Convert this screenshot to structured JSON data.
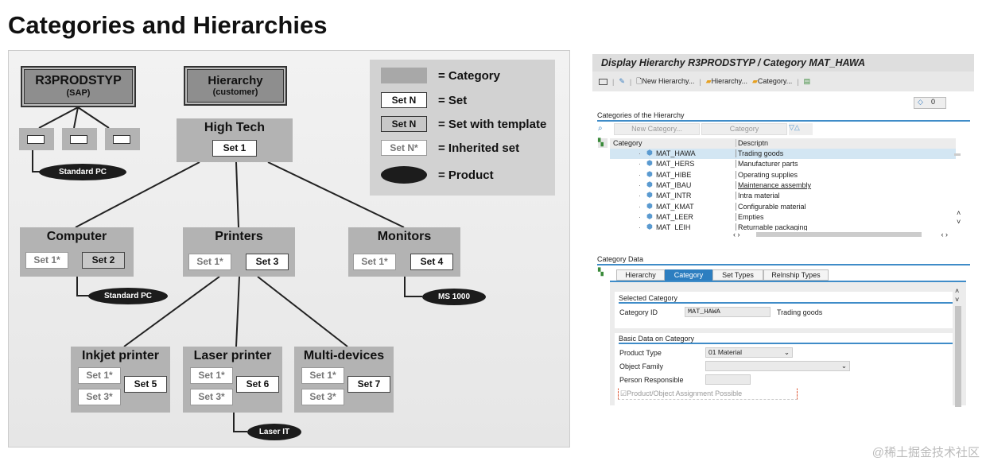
{
  "title": "Categories and Hierarchies",
  "diagram": {
    "sap_root": {
      "title": "R3PRODSTYP",
      "sub": "(SAP)"
    },
    "cust_root": {
      "title": "Hierarchy",
      "sub": "(customer)"
    },
    "high_tech": {
      "title": "High Tech",
      "sets": [
        "Set 1"
      ]
    },
    "computer": {
      "title": "Computer",
      "sets": [
        "Set 1*",
        "Set 2"
      ]
    },
    "printers": {
      "title": "Printers",
      "sets": [
        "Set 1*",
        "Set 3"
      ]
    },
    "monitors": {
      "title": "Monitors",
      "sets": [
        "Set 1*",
        "Set 4"
      ]
    },
    "inkjet": {
      "title": "Inkjet printer",
      "sets": [
        "Set 1*",
        "Set 3*",
        "Set 5"
      ]
    },
    "laser": {
      "title": "Laser printer",
      "sets": [
        "Set 1*",
        "Set 3*",
        "Set 6"
      ]
    },
    "multi": {
      "title": "Multi-devices",
      "sets": [
        "Set 1*",
        "Set 3*",
        "Set 7"
      ]
    },
    "products": [
      "Standard PC",
      "Standard PC",
      "MS 1000",
      "Laser IT"
    ],
    "legend": {
      "category": "= Category",
      "set_n": "Set N",
      "set": "= Set",
      "set_t": "Set N",
      "set_template": "= Set with template",
      "set_i": "Set N*",
      "inherited": "= Inherited set",
      "product": "= Product"
    }
  },
  "sap": {
    "title": "Display Hierarchy R3PRODSTYP / Category MAT_HAWA",
    "toolbar": [
      "New Hierarchy...",
      "Hierarchy...",
      "Category..."
    ],
    "counter": "0",
    "cat_section": "Categories of the Hierarchy",
    "cat_tools": [
      "New Category...",
      "Category"
    ],
    "columns": [
      "Category",
      "Descriptn"
    ],
    "rows": [
      {
        "id": "MAT_HAWA",
        "desc": "Trading goods"
      },
      {
        "id": "MAT_HERS",
        "desc": "Manufacturer parts"
      },
      {
        "id": "MAT_HIBE",
        "desc": "Operating supplies"
      },
      {
        "id": "MAT_IBAU",
        "desc": "Maintenance assembly"
      },
      {
        "id": "MAT_INTR",
        "desc": "Intra material"
      },
      {
        "id": "MAT_KMAT",
        "desc": "Configurable material"
      },
      {
        "id": "MAT_LEER",
        "desc": "Empties"
      },
      {
        "id": "MAT_LEIH",
        "desc": "Returnable packaging"
      }
    ],
    "data_section": "Category Data",
    "tabs": [
      "Hierarchy",
      "Category",
      "Set Types",
      "Relnship Types"
    ],
    "active_tab": "Category",
    "selected": {
      "heading": "Selected Category",
      "label": "Category ID",
      "value": "MAT_HAWA",
      "desc": "Trading goods"
    },
    "basic": {
      "heading": "Basic Data on Category",
      "product_type_label": "Product Type",
      "product_type": "01 Material",
      "object_family_label": "Object Family",
      "object_family": "",
      "person_label": "Person Responsible",
      "person": "",
      "checkbox_label": "Product/Object Assignment Possible",
      "checked": true
    }
  },
  "watermark": "@稀土掘金技术社区"
}
